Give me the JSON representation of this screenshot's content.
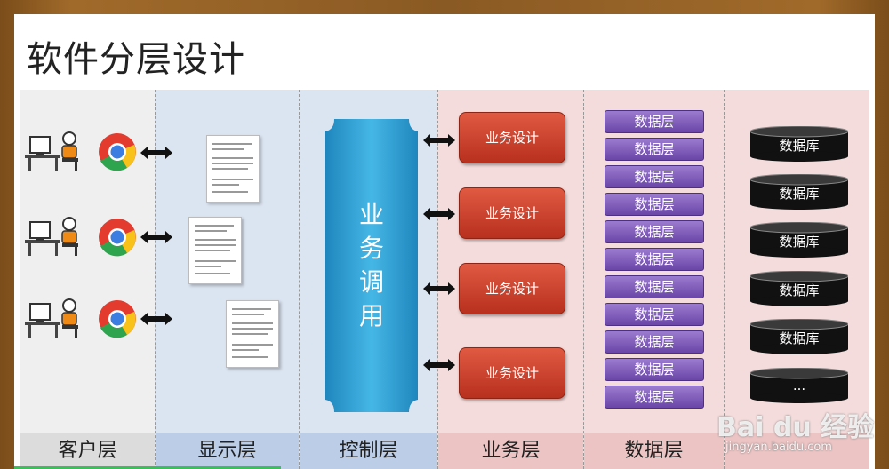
{
  "title": "软件分层设计",
  "columns": [
    "客户层",
    "显示层",
    "控制层",
    "业务层",
    "数据层",
    ""
  ],
  "pillar_chars": [
    "业",
    "务",
    "调",
    "用"
  ],
  "business_label": "业务设计",
  "data_layer_label": "数据层",
  "database_label": "数据库",
  "database_more": "...",
  "watermark": {
    "brand": "Bai du 经验",
    "url": "jingyan.baidu.com"
  },
  "colors": {
    "business": "#c8412b",
    "data_layer": "#7b57b8",
    "database": "#111111",
    "pillar": "#2ea3d6",
    "arrow": "#111111"
  }
}
